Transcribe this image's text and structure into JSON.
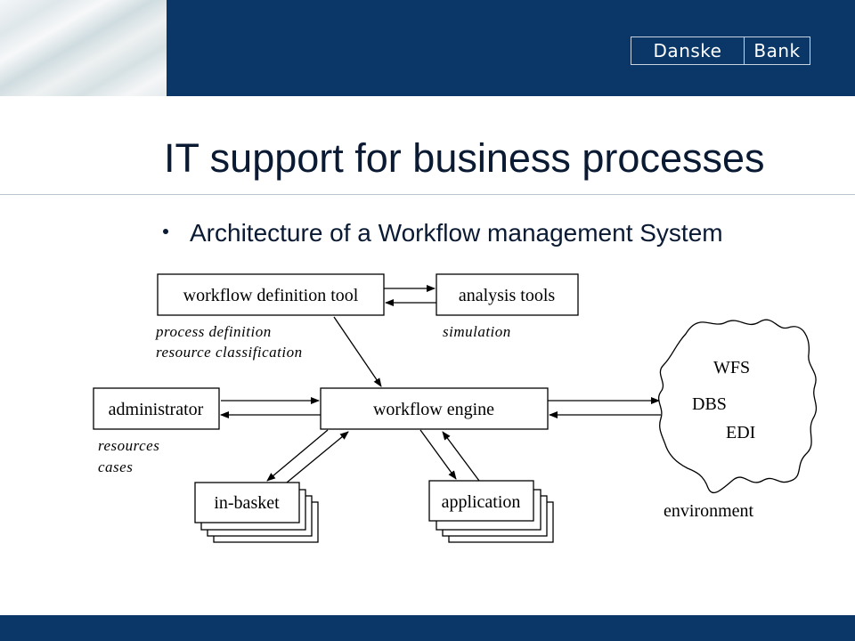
{
  "header": {
    "logo_left": "Danske",
    "logo_right": "Bank",
    "brand_color": "#0a3768"
  },
  "slide": {
    "title": "IT support for business processes",
    "bullet": "Architecture of a Workflow management System"
  },
  "diagram": {
    "nodes": {
      "workflow_definition_tool": "workflow definition tool",
      "analysis_tools": "analysis tools",
      "administrator": "administrator",
      "workflow_engine": "workflow engine",
      "in_basket": "in-basket",
      "application": "application"
    },
    "notes": {
      "process_definition": "process definition",
      "resource_classification": "resource classification",
      "simulation": "simulation",
      "resources": "resources",
      "cases": "cases"
    },
    "environment": {
      "label": "environment",
      "items": [
        "WFS",
        "DBS",
        "EDI"
      ]
    }
  }
}
